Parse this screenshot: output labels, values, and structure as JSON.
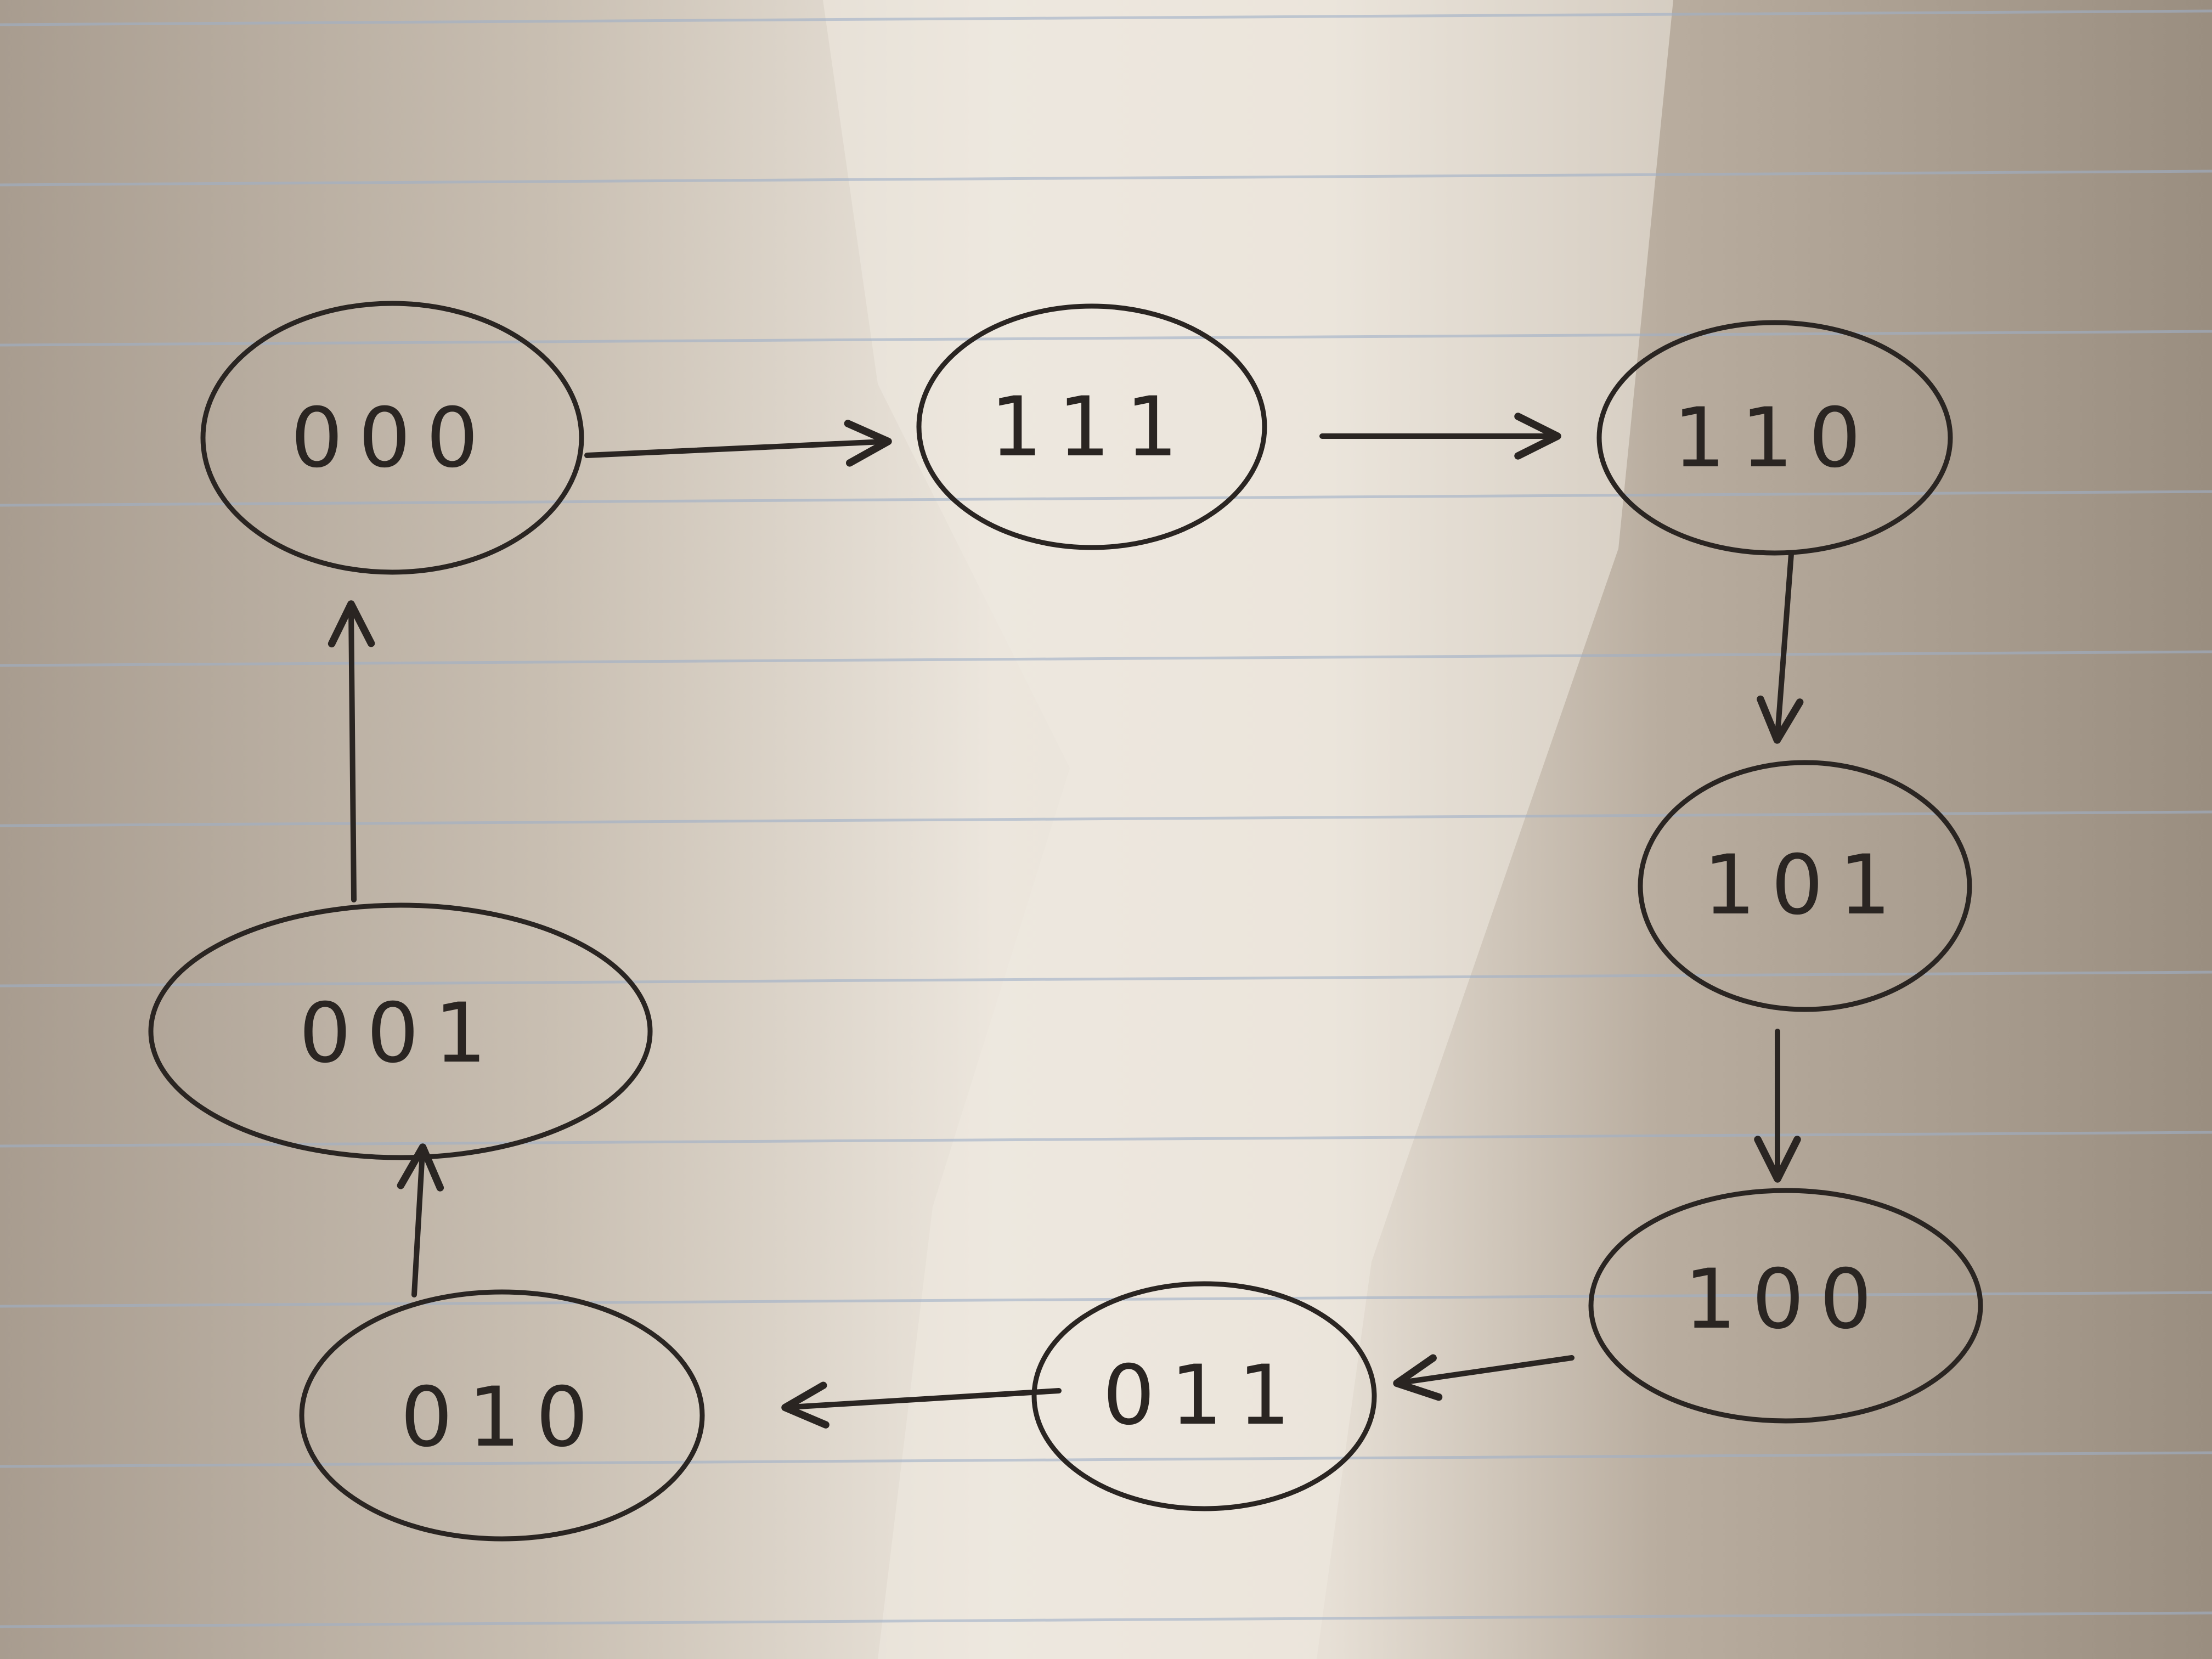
{
  "diagram": {
    "type": "state-transition-cycle",
    "nodes": [
      {
        "id": "n000",
        "label": "000"
      },
      {
        "id": "n111",
        "label": "111"
      },
      {
        "id": "n110",
        "label": "110"
      },
      {
        "id": "n101",
        "label": "101"
      },
      {
        "id": "n100",
        "label": "100"
      },
      {
        "id": "n011",
        "label": "011"
      },
      {
        "id": "n010",
        "label": "010"
      },
      {
        "id": "n001",
        "label": "001"
      }
    ],
    "edges": [
      {
        "from": "000",
        "to": "111"
      },
      {
        "from": "111",
        "to": "110"
      },
      {
        "from": "110",
        "to": "101"
      },
      {
        "from": "101",
        "to": "100"
      },
      {
        "from": "100",
        "to": "011"
      },
      {
        "from": "011",
        "to": "010"
      },
      {
        "from": "010",
        "to": "001"
      },
      {
        "from": "001",
        "to": "000"
      }
    ]
  },
  "colors": {
    "ink": "#2a2522",
    "paper": "#e9e2d8",
    "paper_shadow": "#b8ac9e",
    "ruled_line": "#9fb0c8"
  }
}
